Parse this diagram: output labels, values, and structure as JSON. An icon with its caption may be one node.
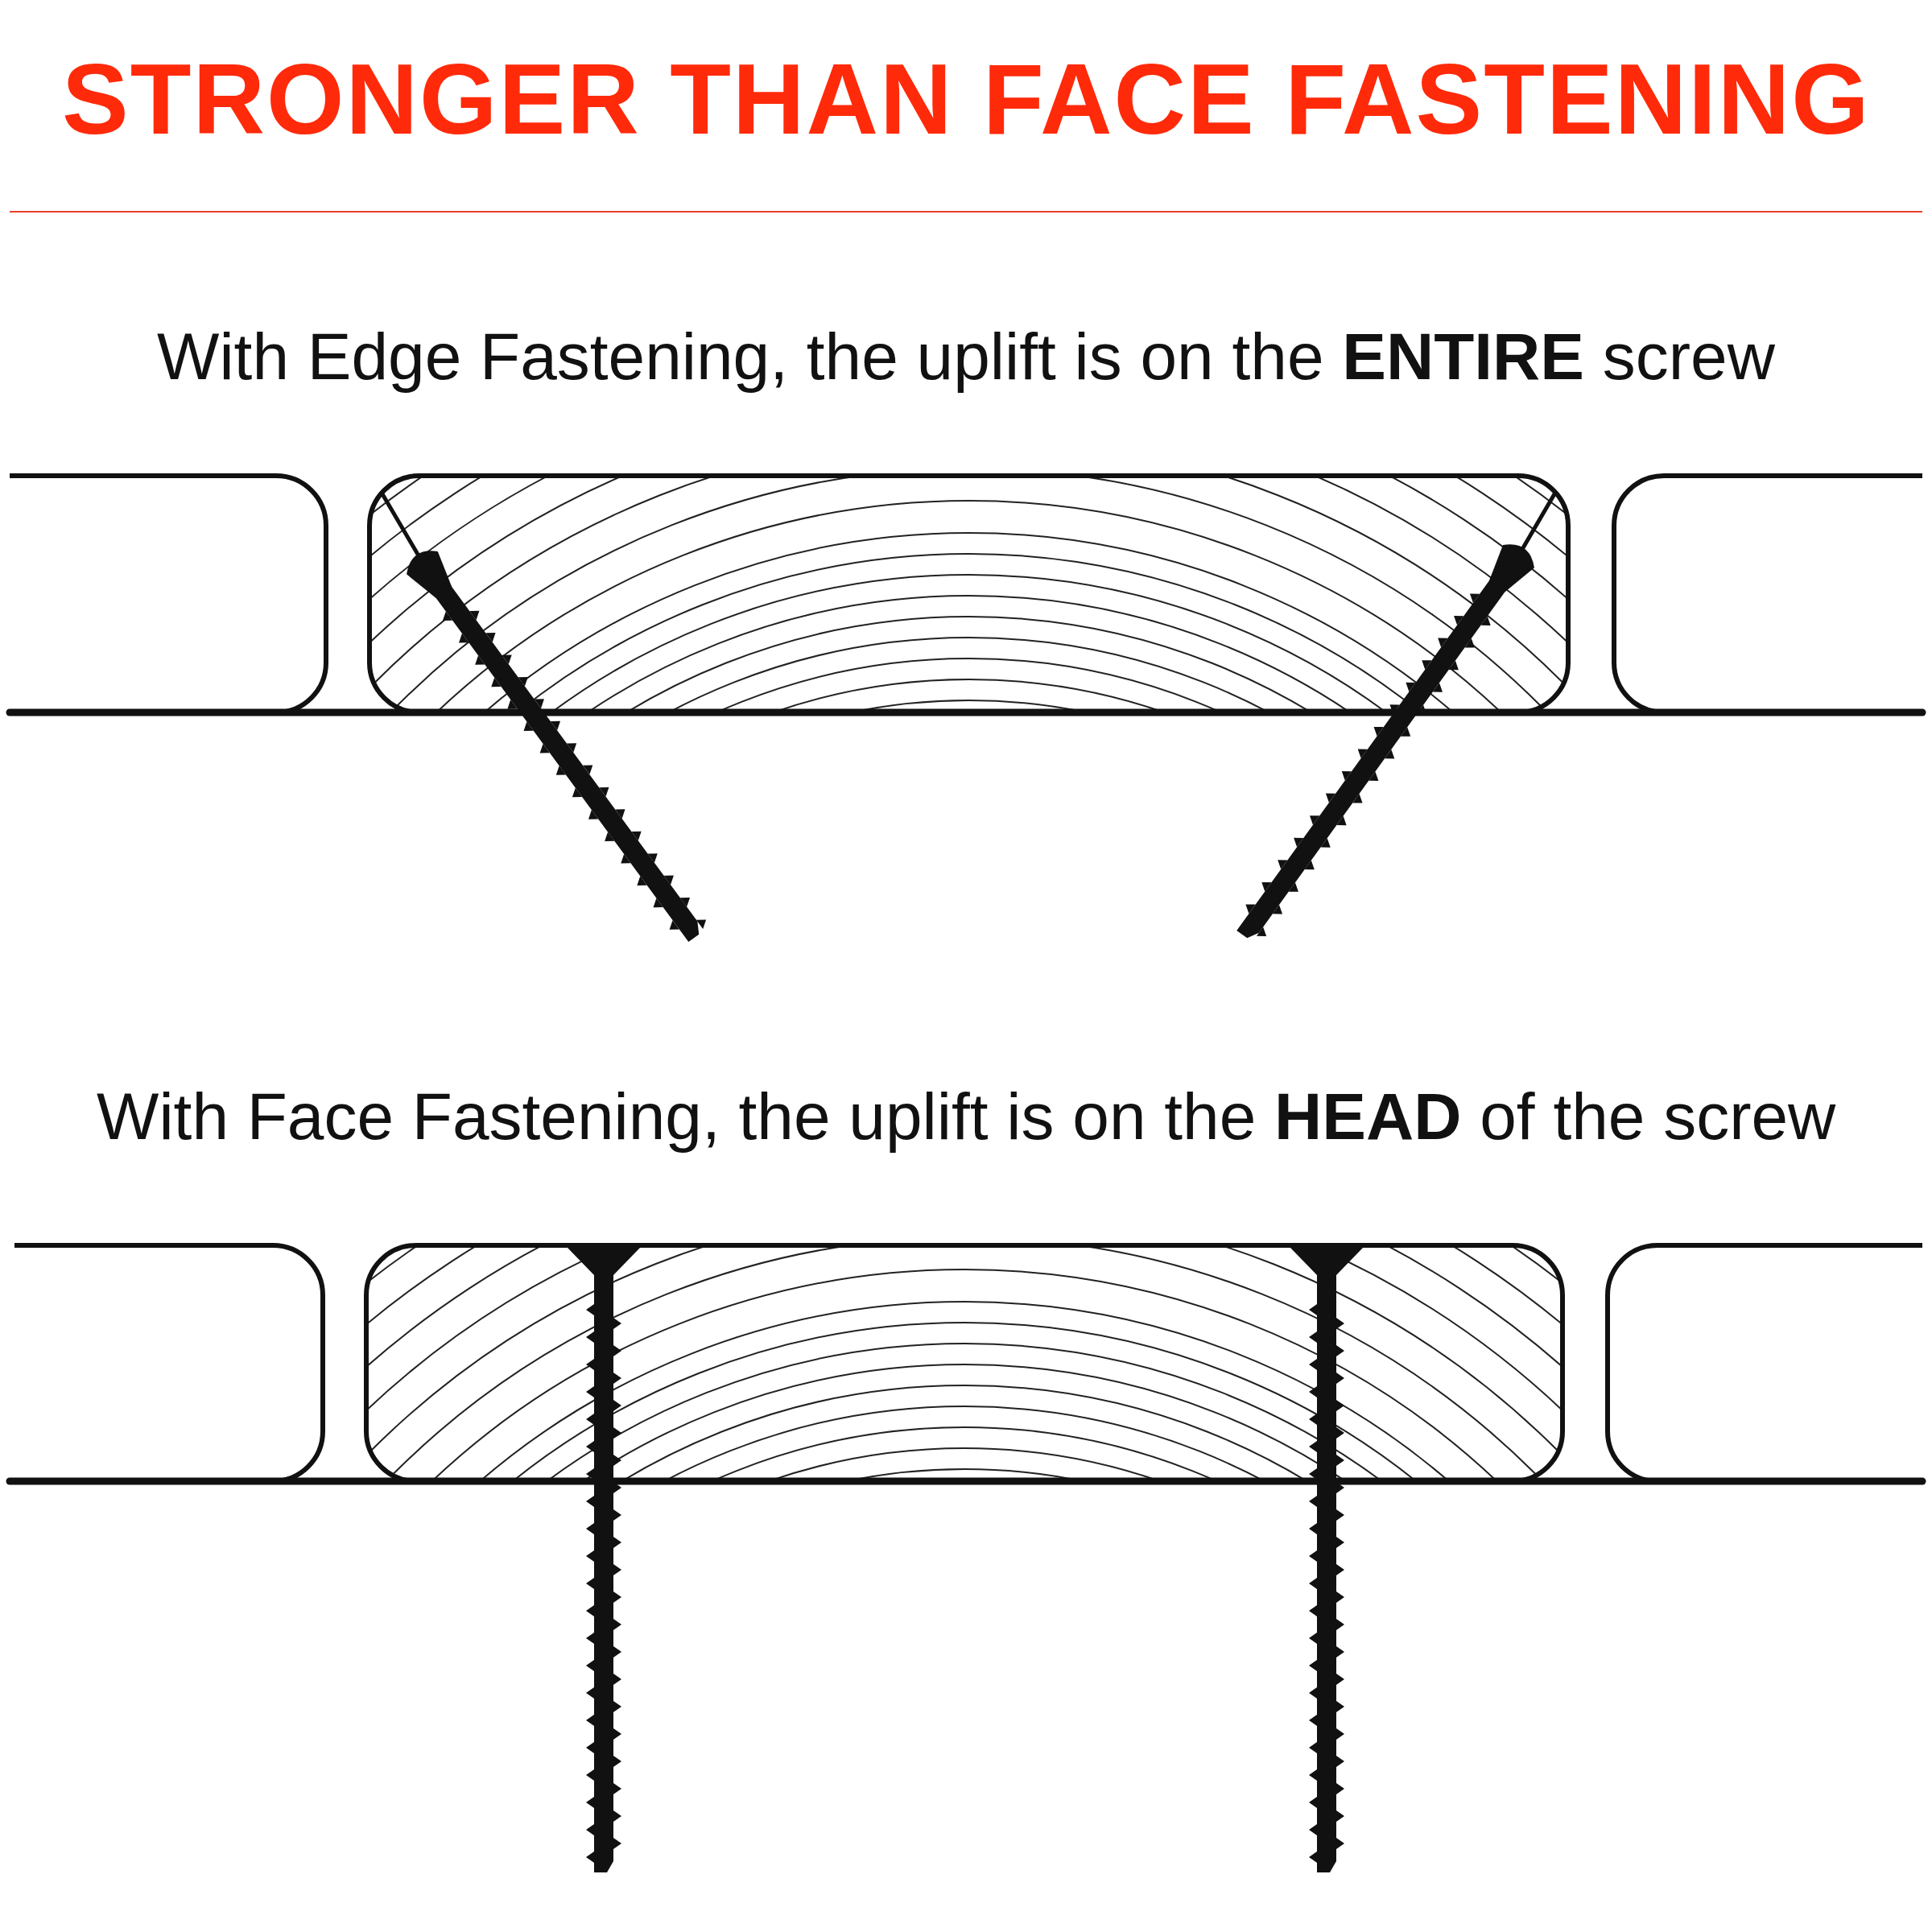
{
  "diagram": {
    "title": "STRONGER THAN FACE FASTENING",
    "labels": [
      "With Edge Fastening, the uplift is on the **ENTIRE** screw",
      "With Face Fastening, the uplift is on the **HEAD** of the screw"
    ]
  }
}
